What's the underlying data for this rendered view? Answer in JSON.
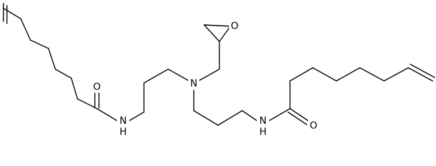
{
  "structure": {
    "atoms": {
      "amide_o_left": "O",
      "amide_nh_left": "N",
      "h_left": "H",
      "amine_n": "N",
      "epoxide_o": "O",
      "amide_nh_right": "N",
      "h_right": "H",
      "amide_o_right": "O"
    }
  },
  "colors": {
    "bond": "#000000",
    "background": "#ffffff"
  }
}
